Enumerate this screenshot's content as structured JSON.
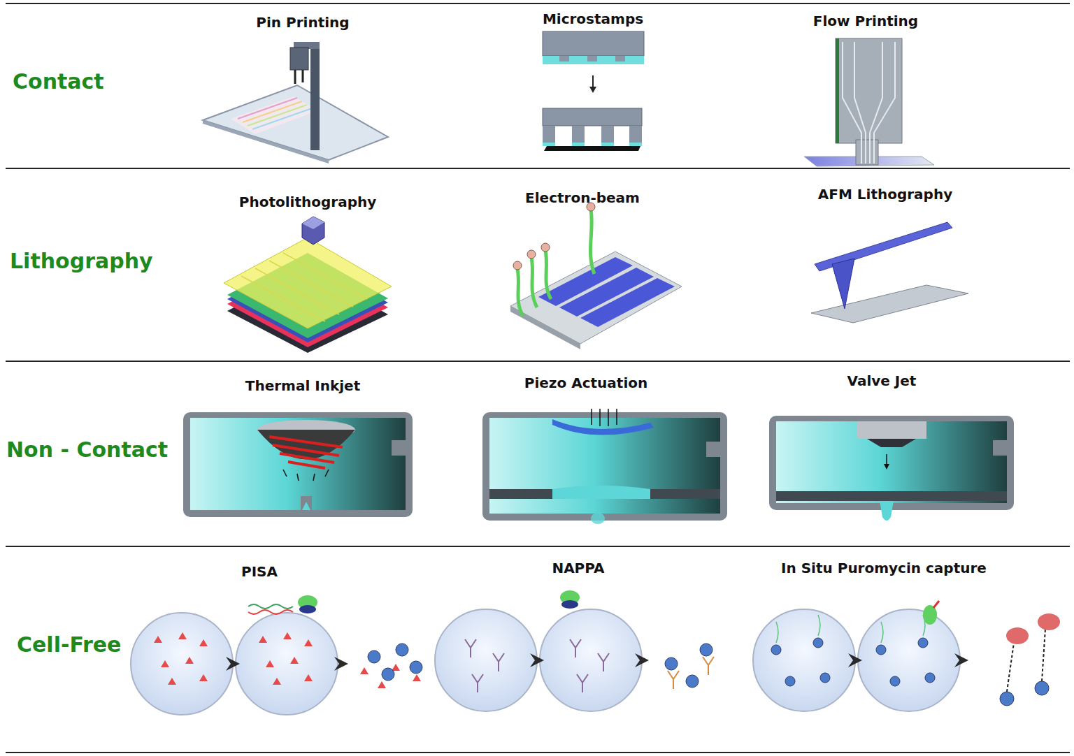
{
  "diagram": {
    "labels": [
      "Contact",
      "Pin Printing",
      "Microstamps",
      "Flow Printing",
      "Lithography",
      "Photolithography",
      "Electron-beam",
      "AFM Lithography",
      "Non - Contact",
      "Thermal Inkjet",
      "Piezo Actuation",
      "Valve Jet",
      "Cell-Free",
      "PISA",
      "NAPPA",
      "In Situ Puromycin capture"
    ]
  }
}
